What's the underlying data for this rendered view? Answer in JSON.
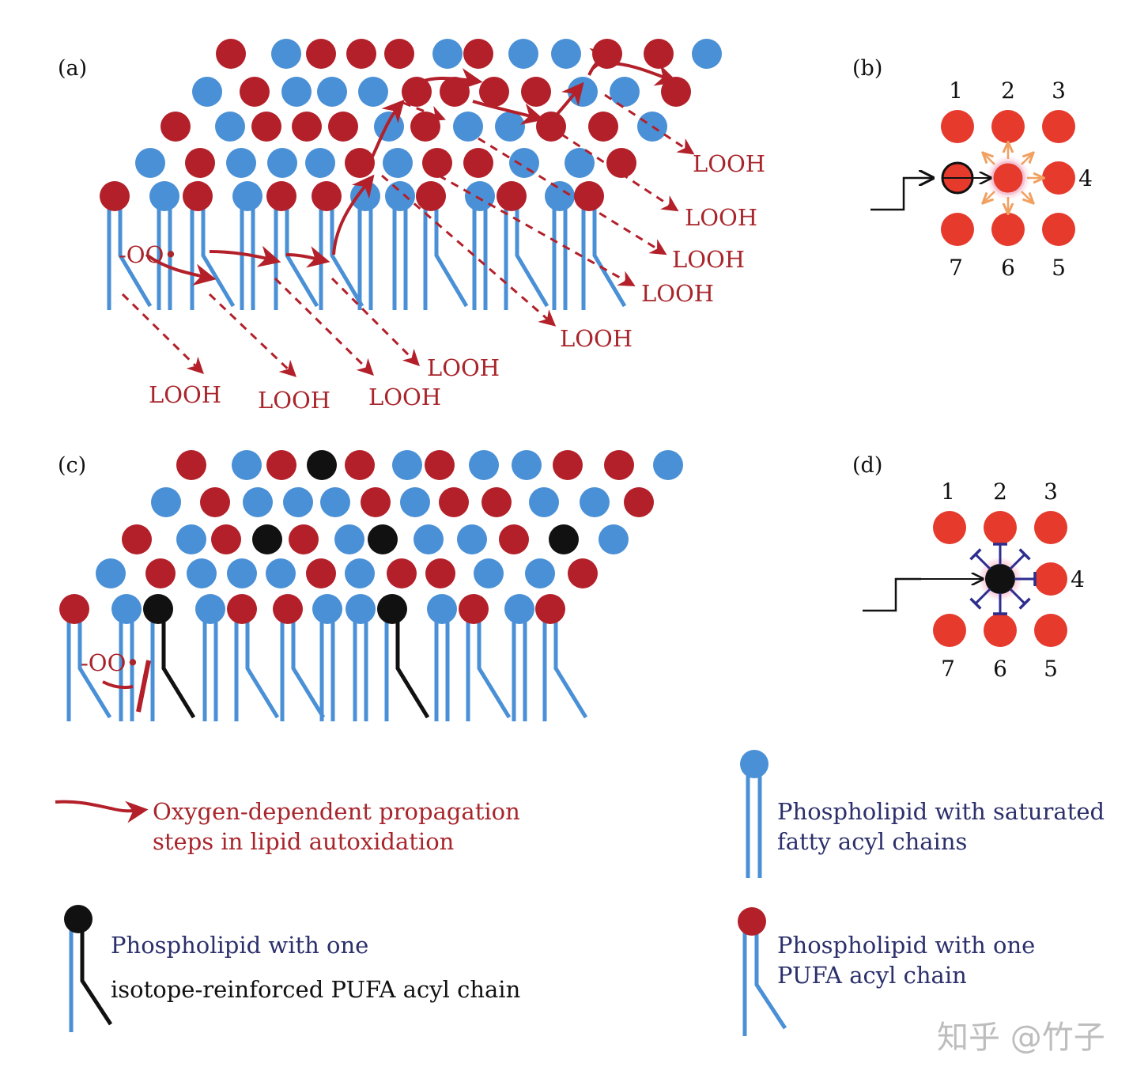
{
  "panels": {
    "a": {
      "label": "(a)"
    },
    "b": {
      "label": "(b)",
      "numbers": [
        "1",
        "2",
        "3",
        "4",
        "5",
        "6",
        "7"
      ]
    },
    "c": {
      "label": "(c)"
    },
    "d": {
      "label": "(d)",
      "numbers": [
        "1",
        "2",
        "3",
        "4",
        "5",
        "6",
        "7"
      ]
    }
  },
  "radical_label": "-OO•",
  "product_label": "LOOH",
  "legend": {
    "propagation": {
      "line1": "Oxygen-dependent propagation",
      "line2": "steps in lipid autoxidation"
    },
    "saturated": {
      "line1": "Phospholipid with saturated",
      "line2": "fatty acyl chains"
    },
    "reinforced": {
      "line1": "Phospholipid with one",
      "line2": "isotope-reinforced PUFA acyl chain"
    },
    "pufa": {
      "line1": "Phospholipid with one",
      "line2": "PUFA acyl chain"
    }
  },
  "watermark": "知乎 @竹子",
  "colors": {
    "saturated_head": "#4a90d6",
    "pufa_head": "#b3202a",
    "reinforced_head": "#111111",
    "chain": "#4a90d6",
    "propagation_arrow": "#b3202a",
    "hex_red": "#e53a2c",
    "inhibition_bar": "#2e2e8f",
    "radiation_arrow": "#f0a060",
    "legend_text_navy": "#2b2f6b",
    "legend_text_red": "#a8252b"
  }
}
